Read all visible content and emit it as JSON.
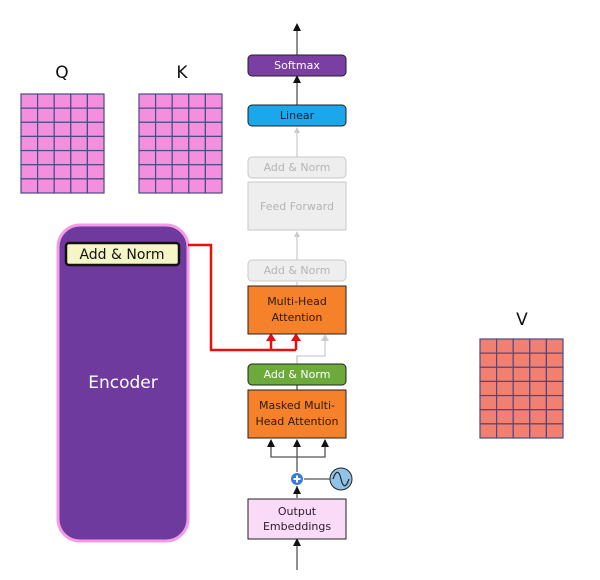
{
  "matrices": {
    "q": {
      "label": "Q",
      "rows": 7,
      "cols": 5,
      "fill": "#F48FDD"
    },
    "k": {
      "label": "K",
      "rows": 7,
      "cols": 5,
      "fill": "#F48FDD"
    },
    "v": {
      "label": "V",
      "rows": 7,
      "cols": 5,
      "fill": "#F28070"
    },
    "grid_stroke": "#4A4A8A"
  },
  "encoder": {
    "label": "Encoder",
    "add_norm_label": "Add & Norm",
    "fill": "#6F3A9E",
    "border": "#F39AE8",
    "add_norm_fill": "#F5F5C8"
  },
  "decoder": {
    "softmax": {
      "label": "Softmax",
      "fill": "#7B3FA3",
      "text": "#ffffff"
    },
    "linear": {
      "label": "Linear",
      "fill": "#1AA7EC",
      "text": "#1b1b3a"
    },
    "add_norm_top": {
      "label": "Add & Norm",
      "fill": "#EEEEEE",
      "text": "#B5B5B5"
    },
    "feed_forward": {
      "label": "Feed Forward",
      "fill": "#EEEEEE",
      "text": "#B5B5B5"
    },
    "add_norm_mid": {
      "label": "Add & Norm",
      "fill": "#EEEEEE",
      "text": "#B5B5B5"
    },
    "multi_head": {
      "label_line1": "Multi-Head",
      "label_line2": "Attention",
      "fill": "#F5822A",
      "text": "#2a1a0a"
    },
    "add_norm_low": {
      "label": "Add & Norm",
      "fill": "#6DAA3C",
      "text": "#ffffff"
    },
    "masked_multi_head": {
      "label_line1": "Masked Multi-",
      "label_line2": "Head Attention",
      "fill": "#F5822A",
      "text": "#2a1a0a"
    },
    "output_embeddings": {
      "label_line1": "Output",
      "label_line2": "Embeddings",
      "fill": "#FADBF7",
      "text": "#2a1a2a"
    }
  },
  "colors": {
    "connector_red": "#E8100F",
    "arrow_dark": "#333333",
    "arrow_faded": "#CCCCCC",
    "add_symbol": "#3A7BD5",
    "positional_encoding": "#8FC3EA"
  }
}
